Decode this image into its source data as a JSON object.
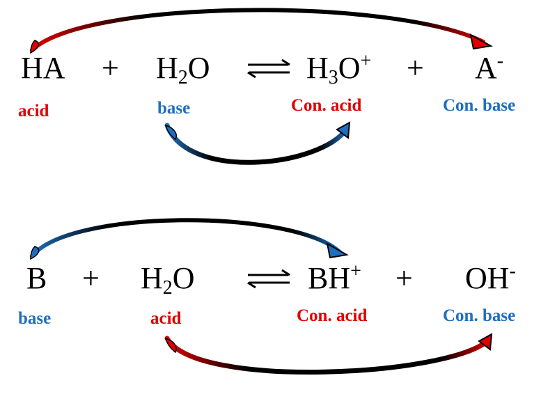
{
  "colors": {
    "acid": "#e00000",
    "base": "#1f6fbf",
    "text": "#000000"
  },
  "reaction1": {
    "reactant1": {
      "main": "HA",
      "sub": "",
      "sup": ""
    },
    "plus1": "+",
    "reactant2": {
      "main": "H",
      "sub": "2",
      "rest": "O"
    },
    "product1": {
      "main": "H",
      "sub": "3",
      "rest": "O",
      "sup": "+"
    },
    "plus2": "+",
    "product2": {
      "main": "A",
      "sup": "-"
    },
    "labels": {
      "reactant1": "acid",
      "reactant2": "base",
      "product1": "Con. acid",
      "product2": "Con. base"
    },
    "top_arrow_color": "acid",
    "bottom_arrow_color": "base"
  },
  "reaction2": {
    "reactant1": {
      "main": "B"
    },
    "plus1": "+",
    "reactant2": {
      "main": "H",
      "sub": "2",
      "rest": "O"
    },
    "product1": {
      "main": "BH",
      "sup": "+"
    },
    "plus2": "+",
    "product2": {
      "main": "OH",
      "sup": "-"
    },
    "labels": {
      "reactant1": "base",
      "reactant2": "acid",
      "product1": "Con. acid",
      "product2": "Con. base"
    },
    "top_arrow_color": "base",
    "bottom_arrow_color": "acid"
  }
}
